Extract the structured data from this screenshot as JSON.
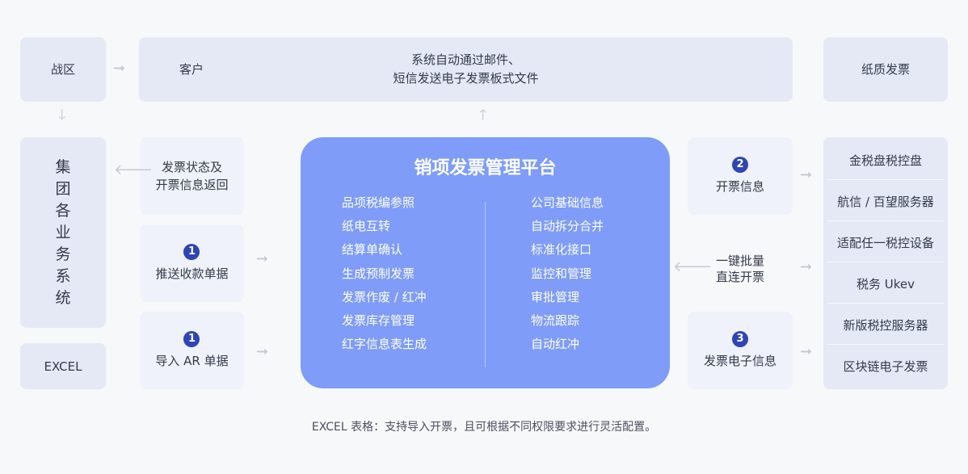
{
  "nodes": {
    "war_zone": "战区",
    "customer": "客户",
    "auto_send": [
      "系统自动通过邮件、",
      "短信发送电子发票板式文件"
    ],
    "paper_invoice": "纸质发票",
    "group_system": "集团各业务系统",
    "excel": "EXCEL",
    "status_return": [
      "发票状态及",
      "开票信息返回"
    ],
    "push_receipt": {
      "badge": "1",
      "label": "推送收款单据"
    },
    "import_ar": {
      "badge": "1",
      "label": "导入 AR 单据"
    },
    "billing_info": {
      "badge": "2",
      "label": "开票信息"
    },
    "one_click": [
      "一键批量",
      "直连开票"
    ],
    "e_invoice_info": {
      "badge": "3",
      "label": "发票电子信息"
    }
  },
  "platform": {
    "title": "销项发票管理平台",
    "left_features": [
      "品项税编参照",
      "纸电互转",
      "结算单确认",
      "生成预制发票",
      "发票作废 / 红冲",
      "发票库存管理",
      "红字信息表生成"
    ],
    "right_features": [
      "公司基础信息",
      "自动拆分合并",
      "标准化接口",
      "监控和管理",
      "审批管理",
      "物流跟踪",
      "自动红冲"
    ]
  },
  "tax_devices": [
    "金税盘税控盘",
    "航信 / 百望服务器",
    "适配任一税控设备",
    "税务 Ukev",
    "新版税控服务器",
    "区块链电子发票"
  ],
  "footnote": "EXCEL 表格：支持导入开票，且可根据不同权限要求进行灵活配置。",
  "colors": {
    "background": "#f7f8fa",
    "box": "#e5e9f5",
    "platform": "#7e9cf8",
    "badge": "#2f45b5",
    "arrow": "#c3c8d2"
  }
}
